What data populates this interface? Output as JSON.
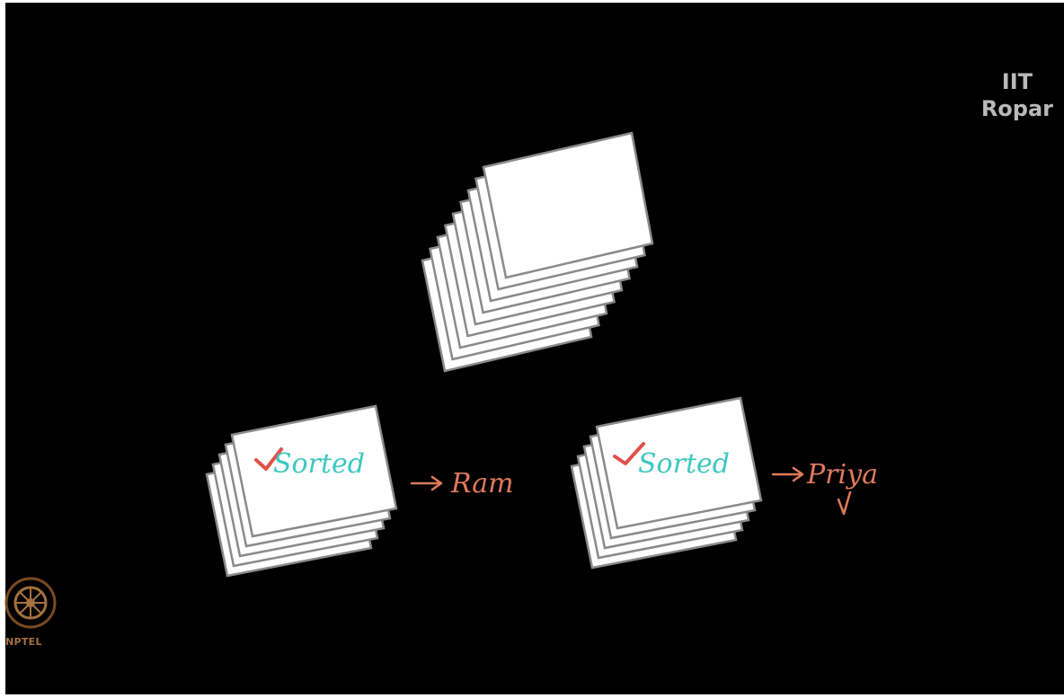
{
  "watermark": {
    "line1": "IIT",
    "line2": "Ropar"
  },
  "logo": {
    "text": "NPTEL"
  },
  "colors": {
    "background": "#000000",
    "card": "#ffffff",
    "card_border": "#8a8a8a",
    "sorted_text": "#3cc8c0",
    "checkmark": "#e0524a",
    "arrow_and_name": "#e07a5e",
    "watermark": "#b9b9b9"
  },
  "stacks": {
    "unsorted": {
      "sheet_count": 9
    },
    "left": {
      "sheet_count": 5,
      "label": "Sorted",
      "recipient": "Ram",
      "check_icon": "checkmark-icon",
      "arrow_icon": "right-arrow-icon"
    },
    "right": {
      "sheet_count": 5,
      "label": "Sorted",
      "recipient": "Priya",
      "check_icon": "checkmark-icon",
      "arrow_icon": "right-arrow-icon"
    }
  }
}
